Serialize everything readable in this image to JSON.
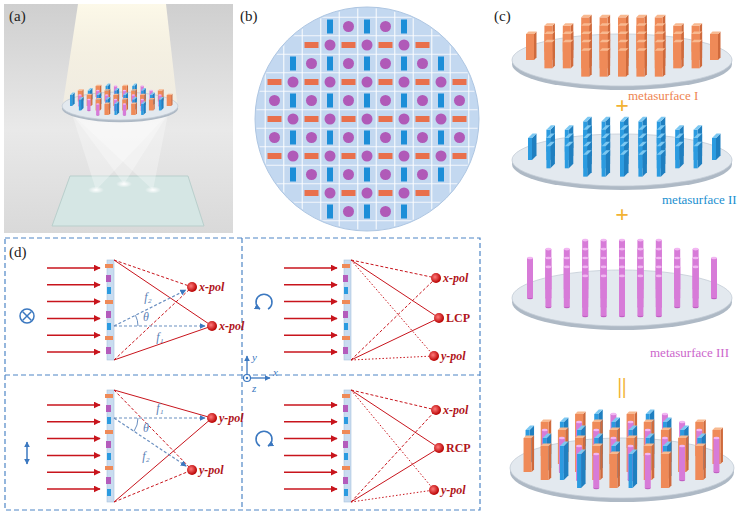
{
  "diagram": {
    "labels": [
      "(a)",
      "(b)",
      "(c)",
      "metasurface I",
      "+",
      "metasurface II",
      "+",
      "metasurface III",
      "||",
      "(d)",
      "x-pol",
      "f₂",
      "θ",
      "x-pol",
      "f₁",
      "x-pol",
      "LCP",
      "y-pol",
      "y",
      "z",
      "x",
      "f₁",
      "y-pol",
      "θ",
      "f₂",
      "y-pol",
      "x-pol",
      "RCP",
      "y-pol"
    ]
  }
}
